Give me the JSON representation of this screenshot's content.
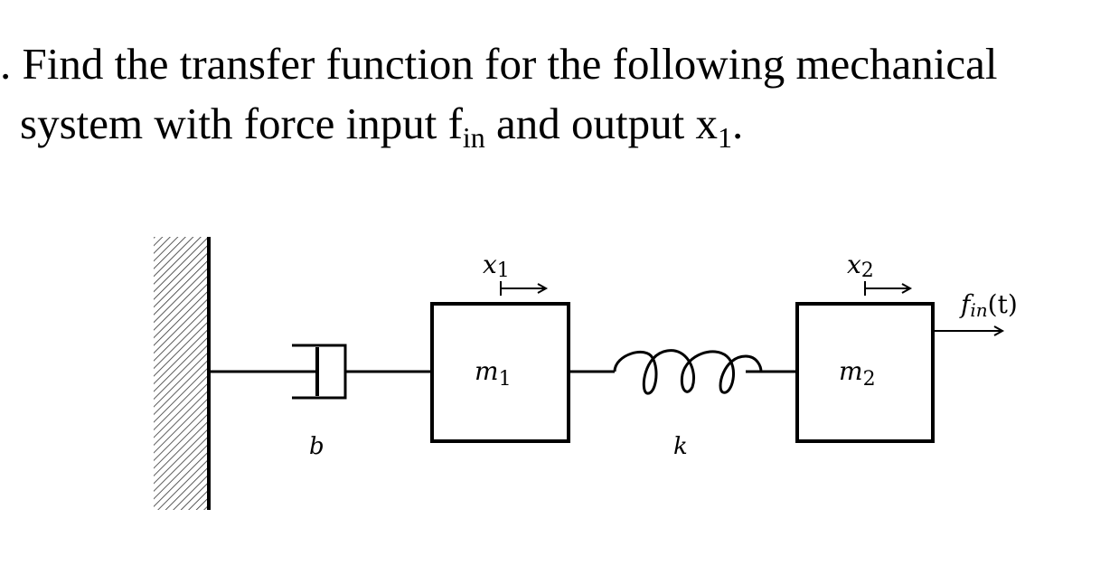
{
  "problem": {
    "prefix": ".",
    "line1": " Find the transfer function for the following mechanical",
    "line2_a": "system with force input f",
    "line2_sub1": "in",
    "line2_b": " and output x",
    "line2_sub2": "1",
    "line2_c": "."
  },
  "diagram": {
    "mass1": {
      "sym": "m",
      "sub": "1"
    },
    "mass2": {
      "sym": "m",
      "sub": "2"
    },
    "disp1": {
      "sym": "x",
      "sub": "1"
    },
    "disp2": {
      "sym": "x",
      "sub": "2"
    },
    "damper_label": "b",
    "spring_label": "k",
    "force_label": {
      "sym": "f",
      "sub": "in",
      "arg": "(t)"
    }
  }
}
